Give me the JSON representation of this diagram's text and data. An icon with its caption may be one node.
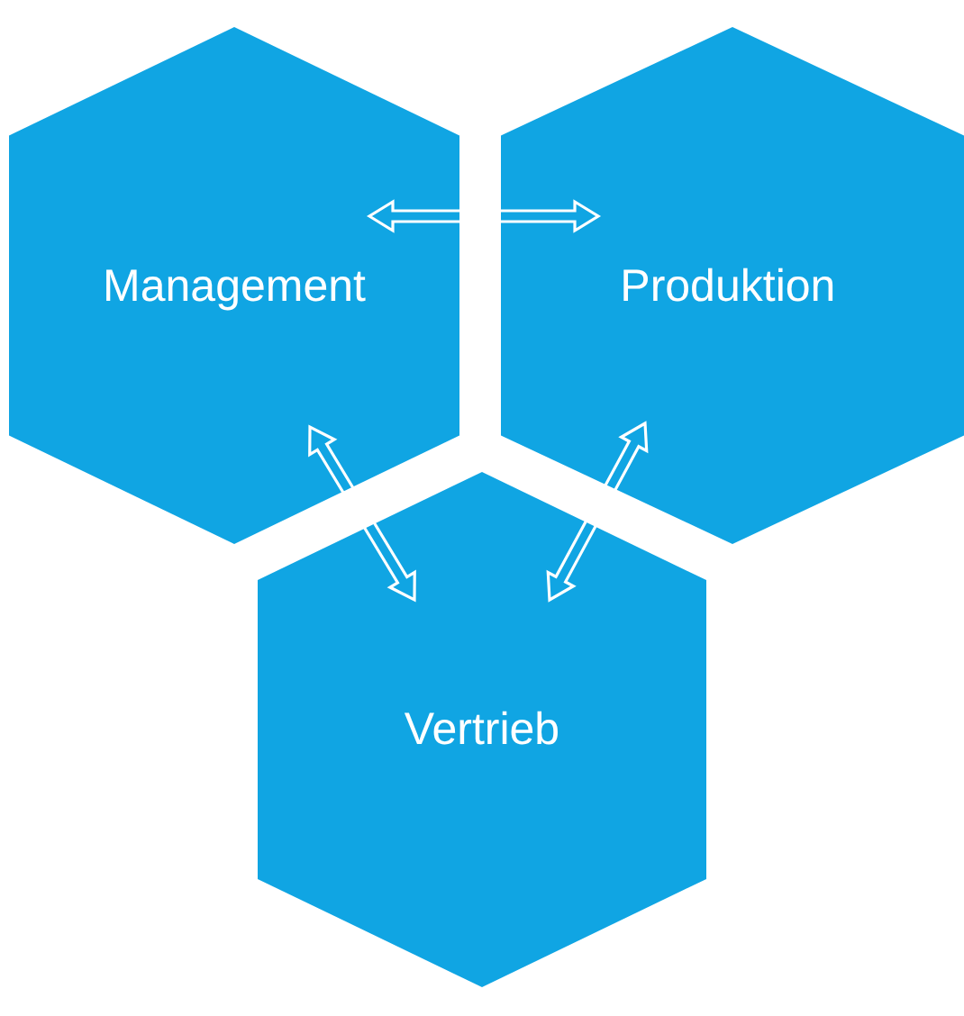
{
  "diagram": {
    "nodes": [
      {
        "text": [
          "Management"
        ]
      },
      {
        "text": [
          "Produktion"
        ]
      },
      {
        "text": [
          "Vertrieb"
        ]
      }
    ],
    "edges": [
      {
        "from": 0,
        "to": 1,
        "arrow": "both"
      },
      {
        "from": 0,
        "to": 2,
        "arrow": "both"
      },
      {
        "from": 1,
        "to": 2,
        "arrow": "both"
      }
    ]
  }
}
